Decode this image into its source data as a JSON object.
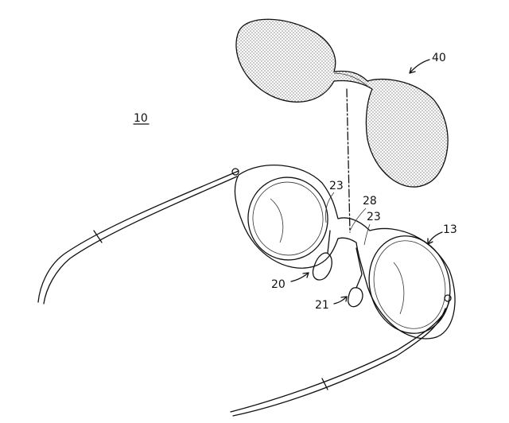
{
  "figure": {
    "labels": {
      "assembly": "10",
      "clip_on": "40",
      "bridge_left": "23",
      "connector": "28",
      "bridge_right": "23",
      "frame": "13",
      "nose_pad_left": "20",
      "nose_pad_right": "21"
    }
  }
}
